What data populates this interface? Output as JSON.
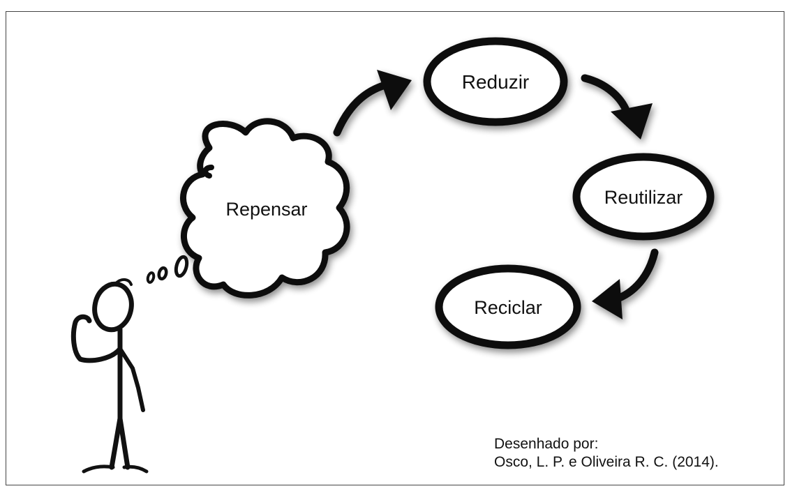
{
  "nodes": {
    "repensar": "Repensar",
    "reduzir": "Reduzir",
    "reutilizar": "Reutilizar",
    "reciclar": "Reciclar"
  },
  "credit": {
    "line1": "Desenhado por:",
    "line2": "Osco, L. P. e Oliveira R. C. (2014)."
  }
}
